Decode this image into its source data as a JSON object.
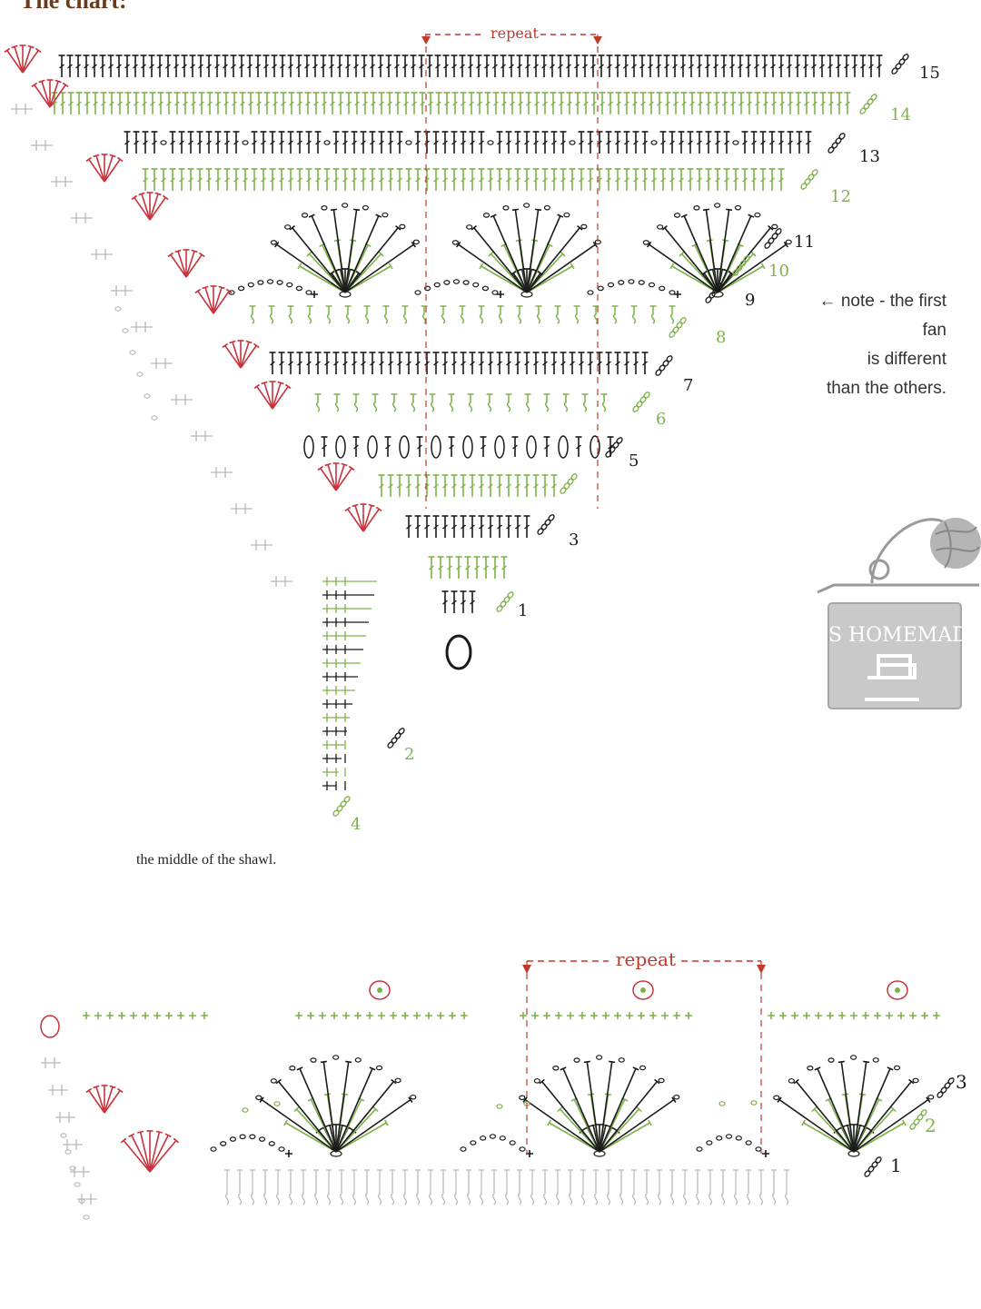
{
  "heading": "The chart:",
  "caption": "the middle of the shawl.",
  "note": {
    "lines": [
      "← note - the first fan",
      "is different",
      "than the others."
    ]
  },
  "chart1": {
    "repeat_label": "repeat",
    "row_numbers": [
      "1",
      "2",
      "3",
      "4",
      "5",
      "6",
      "7",
      "8",
      "9",
      "10",
      "11",
      "12",
      "13",
      "14",
      "15"
    ]
  },
  "chart2": {
    "repeat_label": "repeat",
    "row_numbers": [
      "1",
      "2",
      "3"
    ]
  },
  "logo": {
    "text": "SIS HOMEMADE"
  },
  "colors": {
    "black": "#1a1a1a",
    "green": "#7fb24a",
    "red": "#c8323a",
    "grey": "#b9b9b9",
    "repeat": "#c0392b",
    "heading": "#6b3a1e"
  },
  "icons": [
    "sewing-machine-icon",
    "yarn-ball-icon",
    "magic-ring-icon"
  ]
}
